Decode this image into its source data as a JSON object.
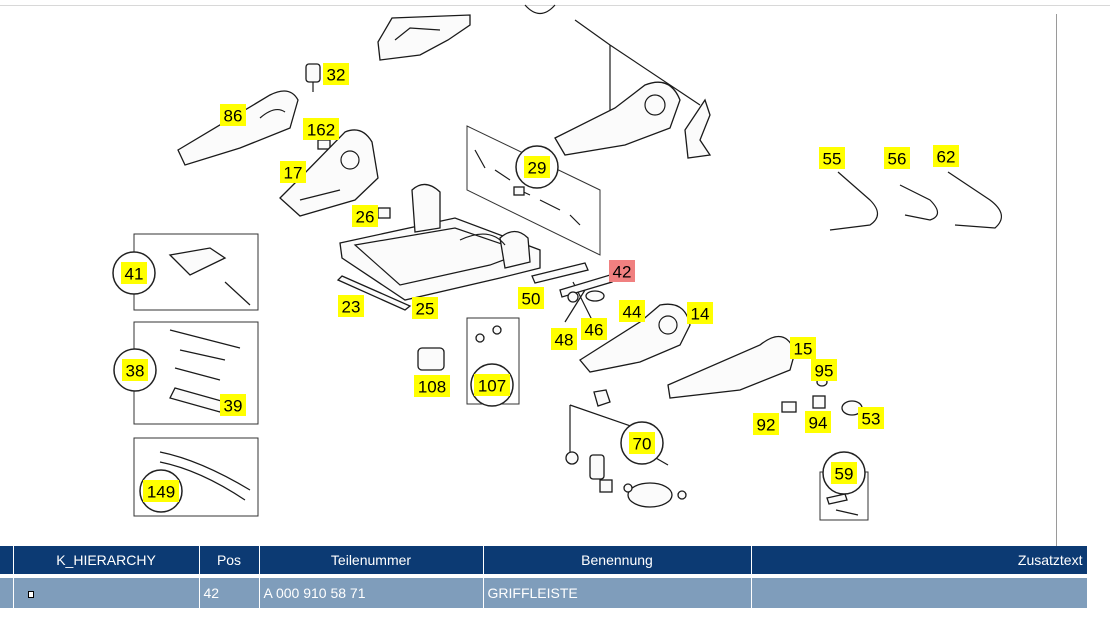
{
  "diagram": {
    "callouts": [
      {
        "label": "32",
        "selected": false
      },
      {
        "label": "86",
        "selected": false
      },
      {
        "label": "162",
        "selected": false
      },
      {
        "label": "17",
        "selected": false
      },
      {
        "label": "29",
        "selected": false
      },
      {
        "label": "26",
        "selected": false
      },
      {
        "label": "55",
        "selected": false
      },
      {
        "label": "56",
        "selected": false
      },
      {
        "label": "62",
        "selected": false
      },
      {
        "label": "41",
        "selected": false
      },
      {
        "label": "42",
        "selected": true
      },
      {
        "label": "50",
        "selected": false
      },
      {
        "label": "23",
        "selected": false
      },
      {
        "label": "25",
        "selected": false
      },
      {
        "label": "44",
        "selected": false
      },
      {
        "label": "14",
        "selected": false
      },
      {
        "label": "46",
        "selected": false
      },
      {
        "label": "48",
        "selected": false
      },
      {
        "label": "38",
        "selected": false
      },
      {
        "label": "108",
        "selected": false
      },
      {
        "label": "107",
        "selected": false
      },
      {
        "label": "15",
        "selected": false
      },
      {
        "label": "95",
        "selected": false
      },
      {
        "label": "39",
        "selected": false
      },
      {
        "label": "92",
        "selected": false
      },
      {
        "label": "94",
        "selected": false
      },
      {
        "label": "53",
        "selected": false
      },
      {
        "label": "70",
        "selected": false
      },
      {
        "label": "59",
        "selected": false
      },
      {
        "label": "149",
        "selected": false
      }
    ]
  },
  "table": {
    "headers": [
      "",
      "K_HIERARCHY",
      "Pos",
      "Teilenummer",
      "Benennung",
      "Zusatztext"
    ],
    "rows": [
      {
        "hierarchy": "",
        "pos": "42",
        "part_number": "A 000 910 58 71",
        "name": "GRIFFLEISTE",
        "extra": ""
      }
    ]
  },
  "colors": {
    "callout": "#ffff00",
    "callout_selected": "#f08080",
    "table_header": "#0c3a73",
    "table_row": "#7f9dbb"
  }
}
